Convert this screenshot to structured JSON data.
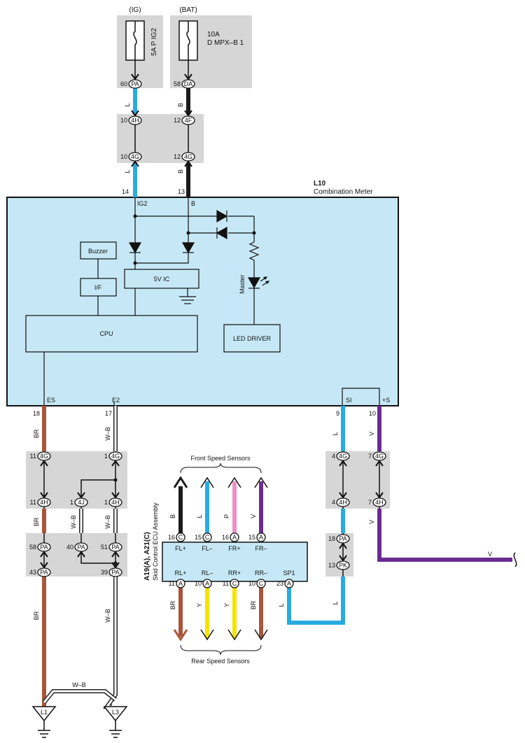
{
  "colors": {
    "meter_fill": "#c6e8f6",
    "connector_fill": "#d6d6d6",
    "wire_L": "#29abe2",
    "wire_B": "#1a1a1a",
    "wire_BR": "#a8553a",
    "wire_V": "#6a2c91",
    "wire_P": "#ef8fc4",
    "wire_Y": "#f7e200",
    "wire_WB_outline": "#222222"
  },
  "fuses": {
    "ig": {
      "supply": "(IG)",
      "label": "5A P IG2",
      "pin": "60",
      "conn": "PA"
    },
    "bat": {
      "supply": "(BAT)",
      "amp": "10A",
      "name": "D MPX–B 1",
      "pin": "58",
      "conn": "DA"
    }
  },
  "upper_junction": {
    "ig_top": {
      "pin": "10",
      "conn": "4H"
    },
    "ig_bot": {
      "pin": "10",
      "conn": "4G"
    },
    "bat_top": {
      "pin": "12",
      "conn": "4F"
    },
    "bat_bot": {
      "pin": "12",
      "conn": "4G"
    }
  },
  "upper_wires": {
    "ig_color": "L",
    "bat_color": "B"
  },
  "meter": {
    "code": "L10",
    "name": "Combination Meter",
    "pin_ig": "14",
    "pin_b": "13",
    "term_ig2": "IG2",
    "term_b": "B",
    "buzzer": "Buzzer",
    "if": "I/F",
    "ic": "5V IC",
    "cpu": "CPU",
    "led_driver": "LED DRIVER",
    "led_label": "Master",
    "term_es": "ES",
    "term_e2": "E2",
    "term_si": "SI",
    "term_s": "+S",
    "pin_es": "18",
    "pin_e2": "17",
    "pin_si": "9",
    "pin_s": "10"
  },
  "left_wires": {
    "es_color1": "BR",
    "e2_color1": "W–B",
    "es_color2": "BR",
    "e2_color2": "W–B",
    "j4_color": "W–B",
    "es_color3": "BR",
    "e2_color3": "W–B",
    "bottom_color": "W–B"
  },
  "left_junction": {
    "es_4g": {
      "pin": "11",
      "conn": "4G"
    },
    "e2_4g": {
      "pin": "1",
      "conn": "4G"
    },
    "es_4h": {
      "pin": "11",
      "conn": "4H"
    },
    "j_4j": {
      "pin": "1",
      "conn": "4J"
    },
    "e2_4h": {
      "pin": "1",
      "conn": "4H"
    },
    "es_pa1": {
      "pin": "58",
      "conn": "PA"
    },
    "j_pa": {
      "pin": "40",
      "conn": "PA"
    },
    "e2_pa1": {
      "pin": "51",
      "conn": "PA"
    },
    "es_pa2": {
      "pin": "43",
      "conn": "PA"
    },
    "e2_pa2": {
      "pin": "39",
      "conn": "PA"
    }
  },
  "grounds": {
    "l1": "L1",
    "l3": "L3"
  },
  "ecu": {
    "code": "A19(A), A21(C)",
    "name": "Skid Control ECU Assembly",
    "front_caption": "Front Speed Sensors",
    "rear_caption": "Rear Speed Sensors",
    "top_pins": [
      {
        "pin": "16",
        "conn": "C",
        "term": "FL+",
        "color": "B"
      },
      {
        "pin": "15",
        "conn": "C",
        "term": "FL–",
        "color": "L"
      },
      {
        "pin": "16",
        "conn": "A",
        "term": "FR+",
        "color": "P"
      },
      {
        "pin": "15",
        "conn": "A",
        "term": "FR–",
        "color": "V"
      }
    ],
    "bottom_pins": [
      {
        "pin": "11",
        "conn": "A",
        "term": "RL+",
        "color": "BR"
      },
      {
        "pin": "10",
        "conn": "A",
        "term": "RL–",
        "color": "Y"
      },
      {
        "pin": "11",
        "conn": "C",
        "term": "RR+",
        "color": "Y"
      },
      {
        "pin": "10",
        "conn": "C",
        "term": "RR–",
        "color": "BR"
      }
    ],
    "sp1": {
      "pin": "23",
      "conn": "A",
      "term": "SP1",
      "color": "L"
    }
  },
  "right_junction": {
    "si_4g": {
      "pin": "4",
      "conn": "4G"
    },
    "s_4g": {
      "pin": "7",
      "conn": "4G"
    },
    "si_4h": {
      "pin": "4",
      "conn": "4H"
    },
    "s_4h": {
      "pin": "7",
      "conn": "4H"
    },
    "pa": {
      "pin": "18",
      "conn": "PA"
    },
    "pk": {
      "pin": "13",
      "conn": "PK"
    }
  },
  "right_wires": {
    "si_color1": "L",
    "s_color1": "V",
    "si_color2": "L",
    "s_color2": "V",
    "s_color3": "V"
  }
}
